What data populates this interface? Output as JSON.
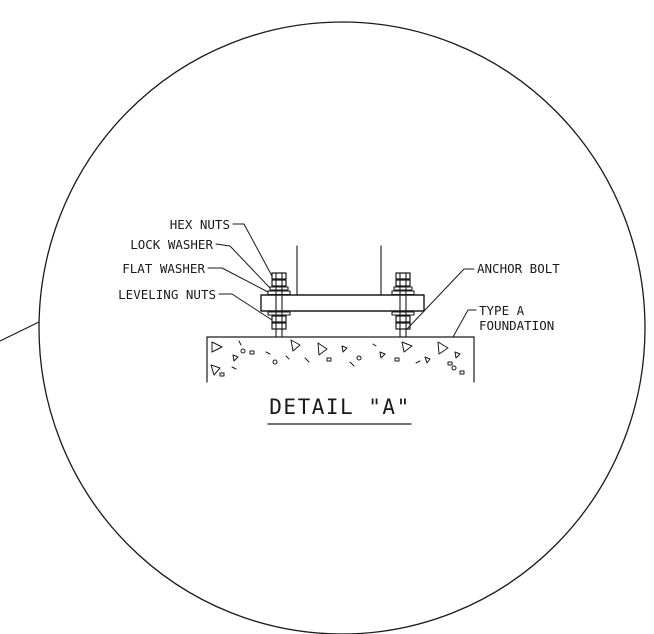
{
  "detail_title": "DETAIL \"A\"",
  "labels": {
    "hex_nuts": "HEX NUTS",
    "lock_washer": "LOCK WASHER",
    "flat_washer": "FLAT WASHER",
    "leveling_nuts": "LEVELING NUTS",
    "anchor_bolt": "ANCHOR BOLT",
    "foundation_line1": "TYPE A",
    "foundation_line2": "FOUNDATION"
  }
}
